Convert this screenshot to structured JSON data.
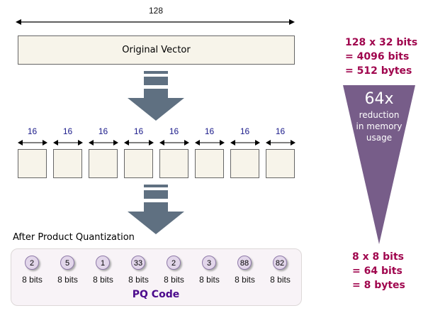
{
  "original": {
    "dim_label": "128",
    "box_label": "Original Vector"
  },
  "subvectors": {
    "dim_labels": [
      "16",
      "16",
      "16",
      "16",
      "16",
      "16",
      "16",
      "16"
    ]
  },
  "pq": {
    "title": "After Product Quantization",
    "codes": [
      "2",
      "5",
      "1",
      "33",
      "2",
      "3",
      "88",
      "82"
    ],
    "bits_label": "8 bits",
    "code_label": "PQ Code"
  },
  "memory": {
    "before": [
      "128 x 32 bits",
      "= 4096 bits",
      "= 512 bytes"
    ],
    "factor": "64x",
    "reduction_text": [
      "reduction",
      "in memory",
      "usage"
    ],
    "after": [
      "8 x 8 bits",
      "= 64 bits",
      "= 8 bytes"
    ]
  },
  "colors": {
    "arrow": "#5f7081",
    "funnel": "#775d89",
    "accent_text": "#a0064e",
    "pq_code": "#4b0a8c"
  }
}
